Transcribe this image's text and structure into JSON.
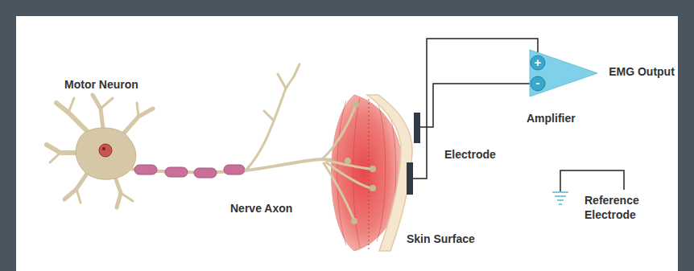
{
  "diagram": {
    "labels": [
      "Motor Neuron",
      "+",
      "EMG Output",
      "-",
      "Amplifier",
      "Electrode",
      "Reference Electrode",
      "Nerve Axon",
      "Skin Surface"
    ]
  }
}
